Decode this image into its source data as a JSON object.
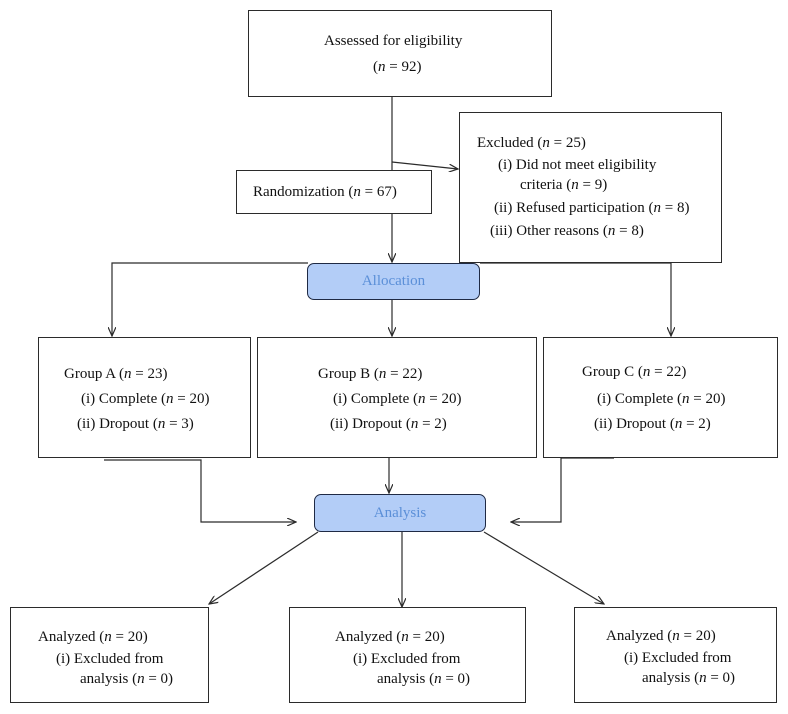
{
  "colors": {
    "pill_fill": "#b3cdf7",
    "pill_text": "#5b8fd8",
    "stroke": "#2b2b2b"
  },
  "eligibility": {
    "label": "Assessed for eligibility",
    "n": "92"
  },
  "randomization": {
    "label": "Randomization",
    "n": "67"
  },
  "excluded": {
    "label": "Excluded",
    "n": "25",
    "reasons": [
      {
        "marker": "(i)",
        "text": "Did not meet eligibility",
        "text2": "criteria",
        "n": "9"
      },
      {
        "marker": "(ii)",
        "text": "Refused participation",
        "n": "8"
      },
      {
        "marker": "(iii)",
        "text": "Other reasons",
        "n": "8"
      }
    ]
  },
  "allocation": {
    "label": "Allocation"
  },
  "groups": [
    {
      "label": "Group A",
      "n": "23",
      "complete_label": "Complete",
      "complete_n": "20",
      "dropout_label": "Dropout",
      "dropout_n": "3"
    },
    {
      "label": "Group B",
      "n": "22",
      "complete_label": "Complete",
      "complete_n": "20",
      "dropout_label": "Dropout",
      "dropout_n": "2"
    },
    {
      "label": "Group C",
      "n": "22",
      "complete_label": "Complete",
      "complete_n": "20",
      "dropout_label": "Dropout",
      "dropout_n": "2"
    }
  ],
  "analysis": {
    "label": "Analysis"
  },
  "analyzed": [
    {
      "label": "Analyzed",
      "n": "20",
      "excluded_label": "Excluded from",
      "excluded_label2": "analysis",
      "excluded_n": "0"
    },
    {
      "label": "Analyzed",
      "n": "20",
      "excluded_label": "Excluded from",
      "excluded_label2": "analysis",
      "excluded_n": "0"
    },
    {
      "label": "Analyzed",
      "n": "20",
      "excluded_label": "Excluded from",
      "excluded_label2": "analysis",
      "excluded_n": "0"
    }
  ]
}
